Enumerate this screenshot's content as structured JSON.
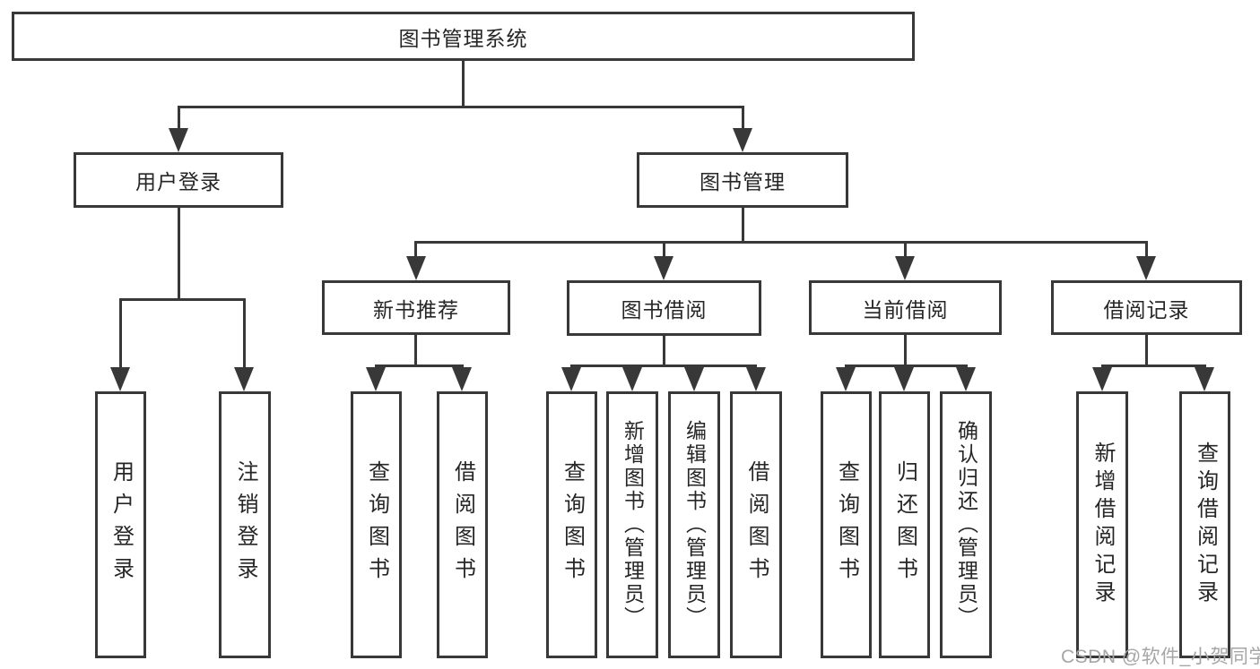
{
  "diagram_title": "图书管理系统",
  "colors": {
    "line": "#383838",
    "text": "#262626",
    "watermark_gray": "#a6a6a6",
    "background": "#ffffff"
  },
  "nodes": {
    "root": {
      "label": "图书管理系统"
    },
    "user_login": {
      "label": "用户登录"
    },
    "book_mgmt": {
      "label": "图书管理"
    },
    "new_rec": {
      "label": "新书推荐"
    },
    "book_borrow": {
      "label": "图书借阅"
    },
    "current_borrow": {
      "label": "当前借阅"
    },
    "borrow_records": {
      "label": "借阅记录"
    },
    "leaf_ul_login": {
      "label": "用户登录"
    },
    "leaf_ul_logout": {
      "label": "注销登录"
    },
    "leaf_nr_query": {
      "label": "查询图书"
    },
    "leaf_nr_borrow": {
      "label": "借阅图书"
    },
    "leaf_bb_query": {
      "label": "查询图书"
    },
    "leaf_bb_add": {
      "label": "新增图书（管理员）"
    },
    "leaf_bb_edit": {
      "label": "编辑图书（管理员）"
    },
    "leaf_bb_borrow": {
      "label": "借阅图书"
    },
    "leaf_cb_query": {
      "label": "查询图书"
    },
    "leaf_cb_return": {
      "label": "归还图书"
    },
    "leaf_cb_confirm": {
      "label": "确认归还（管理员）"
    },
    "leaf_br_add": {
      "label": "新增借阅记录"
    },
    "leaf_br_query": {
      "label": "查询借阅记录"
    }
  },
  "edges": [
    {
      "from": "root",
      "to": "user_login"
    },
    {
      "from": "root",
      "to": "book_mgmt"
    },
    {
      "from": "user_login",
      "to": "leaf_ul_login"
    },
    {
      "from": "user_login",
      "to": "leaf_ul_logout"
    },
    {
      "from": "book_mgmt",
      "to": "new_rec"
    },
    {
      "from": "book_mgmt",
      "to": "book_borrow"
    },
    {
      "from": "book_mgmt",
      "to": "current_borrow"
    },
    {
      "from": "book_mgmt",
      "to": "borrow_records"
    },
    {
      "from": "new_rec",
      "to": "leaf_nr_query"
    },
    {
      "from": "new_rec",
      "to": "leaf_nr_borrow"
    },
    {
      "from": "book_borrow",
      "to": "leaf_bb_query"
    },
    {
      "from": "book_borrow",
      "to": "leaf_bb_add"
    },
    {
      "from": "book_borrow",
      "to": "leaf_bb_edit"
    },
    {
      "from": "book_borrow",
      "to": "leaf_bb_borrow"
    },
    {
      "from": "current_borrow",
      "to": "leaf_cb_query"
    },
    {
      "from": "current_borrow",
      "to": "leaf_cb_return"
    },
    {
      "from": "current_borrow",
      "to": "leaf_cb_confirm"
    },
    {
      "from": "borrow_records",
      "to": "leaf_br_add"
    },
    {
      "from": "borrow_records",
      "to": "leaf_br_query"
    }
  ],
  "watermark": {
    "text": "CSDN @软件_小贺同学"
  }
}
